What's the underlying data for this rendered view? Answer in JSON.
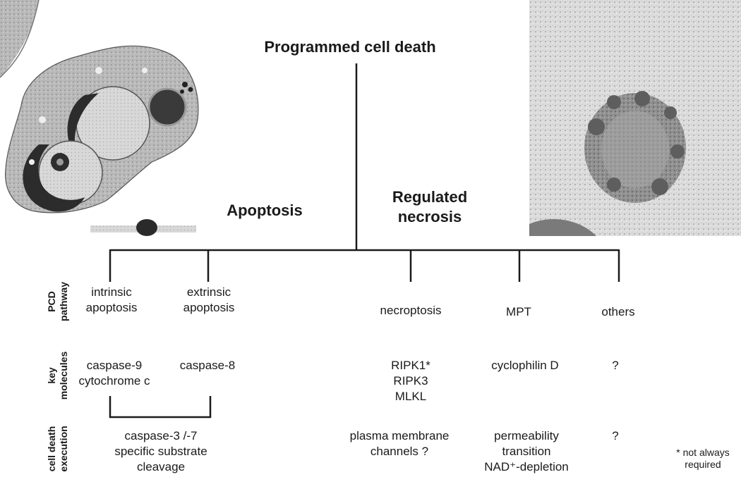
{
  "title": "Programmed cell death",
  "branches": {
    "apoptosis": "Apoptosis",
    "regulated_necrosis_line1": "Regulated",
    "regulated_necrosis_line2": "necrosis"
  },
  "row_labels": {
    "pathway": [
      "PCD",
      "pathway"
    ],
    "molecules": [
      "key",
      "molecules"
    ],
    "execution": [
      "cell death",
      "execution"
    ]
  },
  "pathways": {
    "intrinsic": [
      "intrinsic",
      "apoptosis"
    ],
    "extrinsic": [
      "extrinsic",
      "apoptosis"
    ],
    "necroptosis": "necroptosis",
    "mpt": "MPT",
    "others": "others"
  },
  "molecules": {
    "intrinsic": [
      "caspase-9",
      "cytochrome c"
    ],
    "extrinsic": "caspase-8",
    "necroptosis": [
      "RIPK1*",
      "RIPK3",
      "MLKL"
    ],
    "mpt": "cyclophilin D",
    "others": "?"
  },
  "execution": {
    "apoptosis": [
      "caspase-3 /-7",
      "specific substrate",
      "cleavage"
    ],
    "necroptosis": [
      "plasma membrane",
      "channels ?"
    ],
    "mpt": [
      "permeability",
      "transition",
      "NAD⁺-depletion"
    ],
    "others": "?"
  },
  "footnote": [
    "* not always",
    "required"
  ]
}
